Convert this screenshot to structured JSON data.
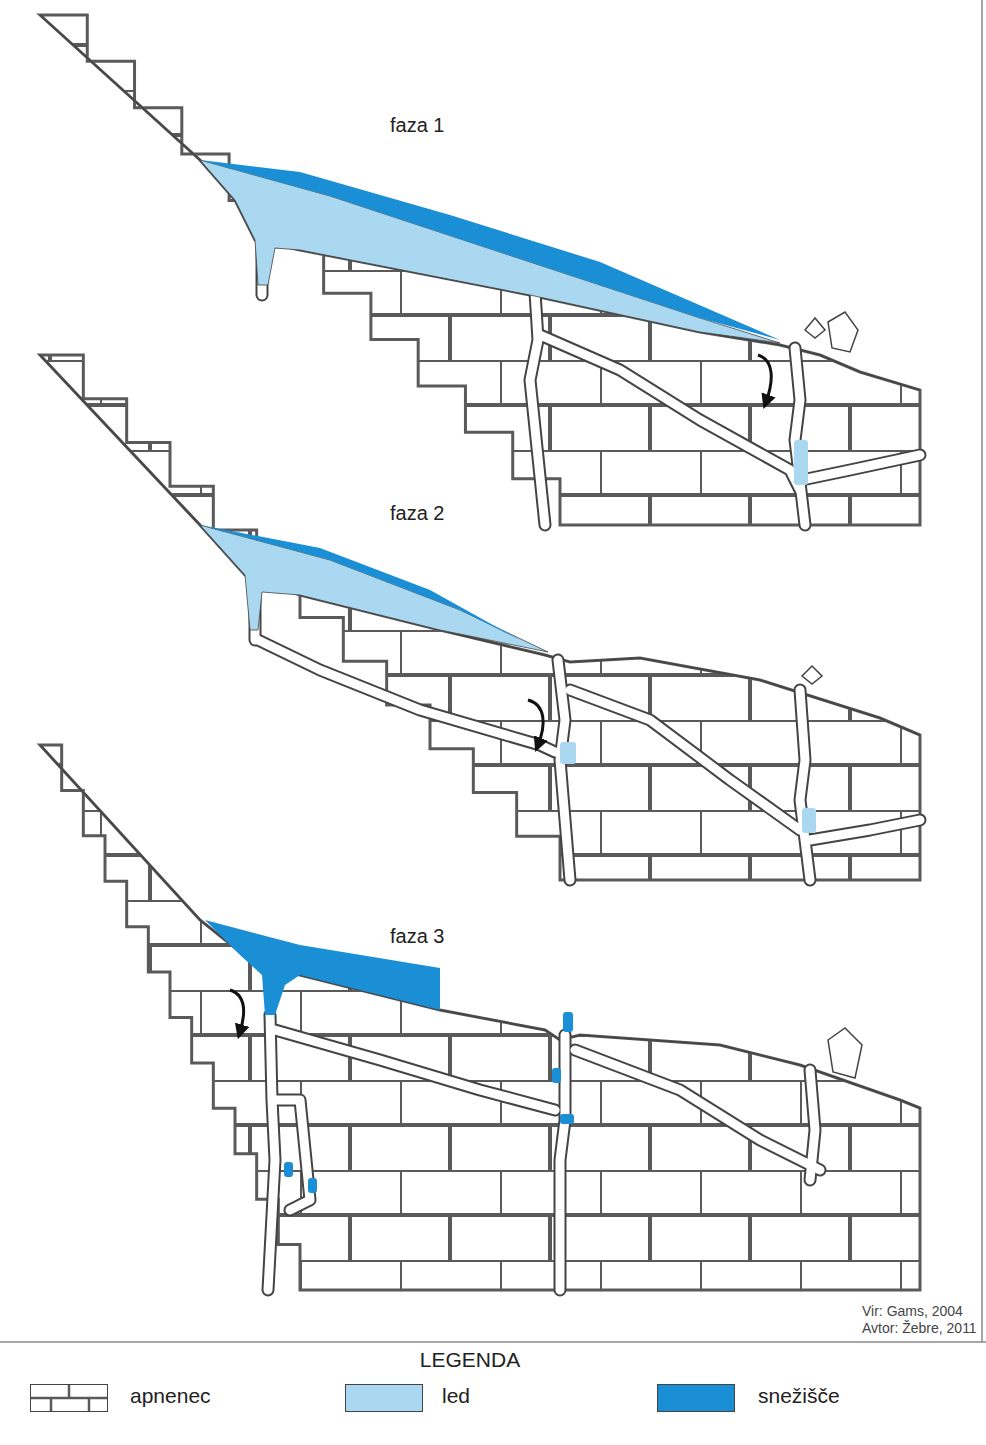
{
  "diagram": {
    "labels": [
      "faza 1",
      "faza 2",
      "faza 3",
      "Vir: Gams, 2004",
      "Avtor: Žebre, 2011",
      "LEGENDA"
    ],
    "legend": [
      {
        "text": "apnenec"
      },
      {
        "text": "led",
        "color": "#aad8f0"
      },
      {
        "text": "snežišče",
        "color": "#1a8fd6"
      }
    ]
  }
}
